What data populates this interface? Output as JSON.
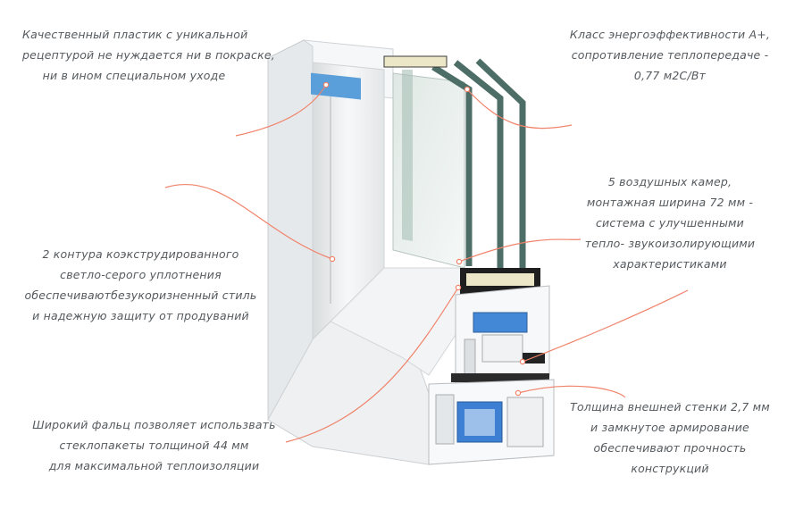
{
  "captions": {
    "plastic": [
      "Качественный пластик с уникальной",
      "рецептурой не нуждается ни в покраске,",
      "ни в ином специальном уходе"
    ],
    "energy": [
      "Класс энергоэффективности А+,",
      "сопротивление теплопередаче -",
      "0,77 м2С/Вт"
    ],
    "chambers": [
      "5 воздушных камер,",
      "монтажная ширина 72 мм -",
      "система с улучшенными",
      "тепло- звукоизолирующими",
      "характеристиками"
    ],
    "seal": [
      "2 контура коэкструдированного",
      "светло-серого уплотнения",
      "обеспечиваютбезукоризненный стиль",
      "и надежную защиту от продуваний"
    ],
    "rebate": [
      "Широкий фальц позволяет использвать",
      "стеклопакеты толщиной 44 мм",
      "для максимальной теплоизоляции"
    ],
    "wall": [
      "Толщина внешней стенки 2,7 мм",
      "и замкнутое армирование",
      "обеспечивают прочность",
      "конструкций"
    ]
  },
  "colors": {
    "leader": "#f0826a",
    "text": "#555a5e",
    "profile": "#f4f5f6",
    "glass": "#5f7d76",
    "reinforcement": "#3f7fd0",
    "gasket": "#2a2a2a"
  }
}
